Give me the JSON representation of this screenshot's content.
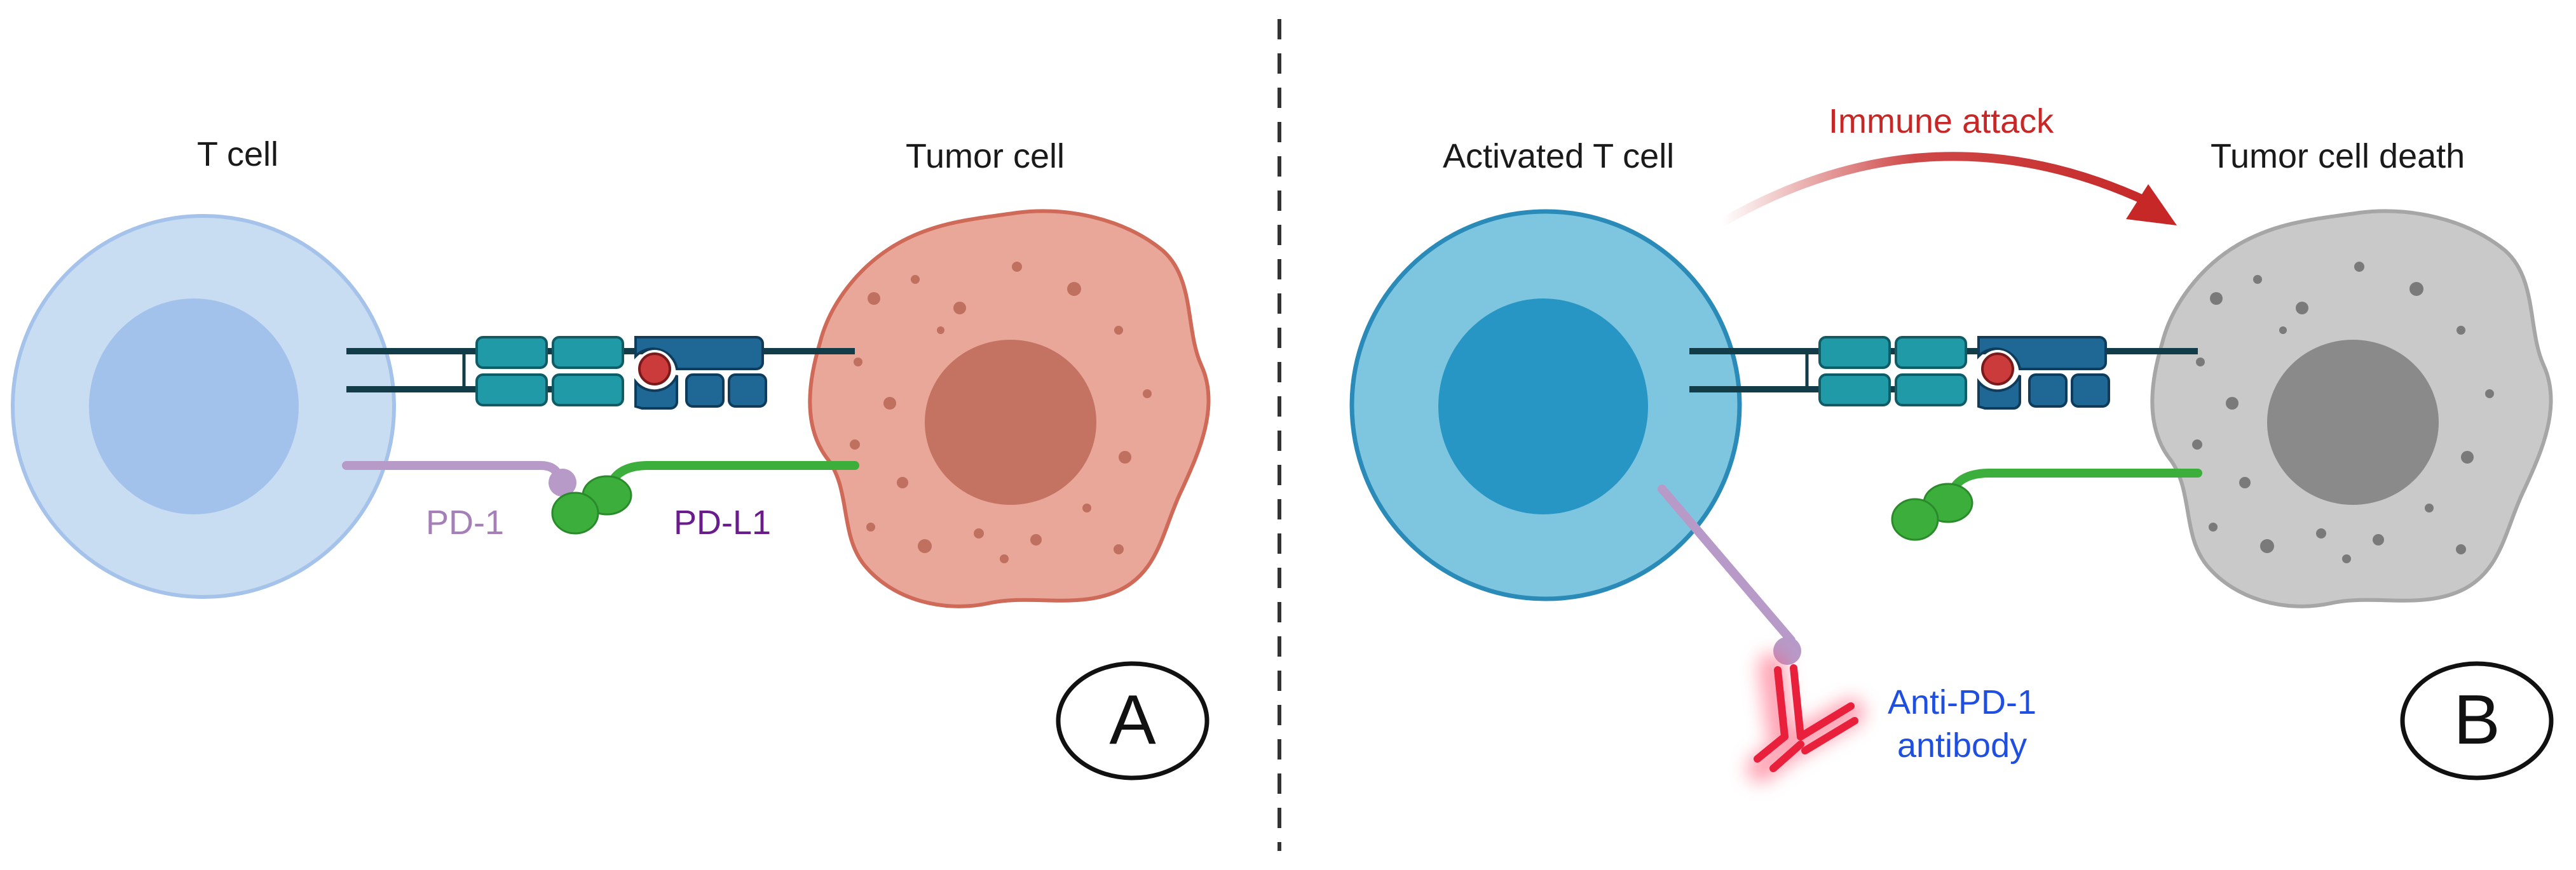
{
  "panel_a": {
    "t_cell_label": "T cell",
    "tumor_cell_label": "Tumor cell",
    "pd1_label": "PD-1",
    "pdl1_label": "PD-L1",
    "panel_letter": "A"
  },
  "panel_b": {
    "t_cell_label": "Activated T cell",
    "tumor_cell_label": "Tumor cell death",
    "attack_label": "Immune attack",
    "antibody_label_line1": "Anti-PD-1",
    "antibody_label_line2": "antibody",
    "panel_letter": "B"
  },
  "colors": {
    "t_cell_fill": "#c9ddf2",
    "t_cell_nucleus": "#a2c2ec",
    "activated_t_cell_fill": "#7ec6e0",
    "activated_t_cell_nucleus": "#2896c4",
    "tumor_fill": "#e9a79a",
    "tumor_nucleus": "#c47262",
    "dead_tumor_fill": "#c9c9c9",
    "dead_tumor_nucleus": "#8a8a8a",
    "pd1": "#b79ac8",
    "pdl1": "#3cae3c",
    "antibody": "#e8203c",
    "attack_arrow": "#c62828"
  }
}
